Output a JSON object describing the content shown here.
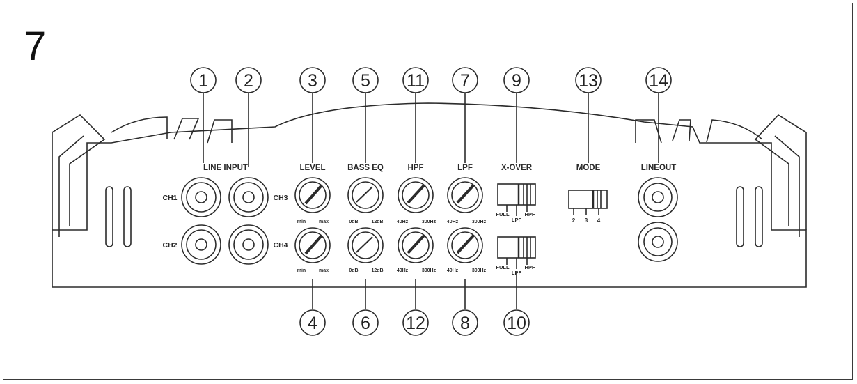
{
  "figure_number": "7",
  "sections": {
    "line_input": "LINE INPUT",
    "level": "LEVEL",
    "bass_eq": "BASS EQ",
    "hpf": "HPF",
    "lpf": "LPF",
    "x_over": "X-OVER",
    "mode": "MODE",
    "line_out": "LINEOUT"
  },
  "channels": {
    "ch1": "CH1",
    "ch2": "CH2",
    "ch3": "CH3",
    "ch4": "CH4"
  },
  "scales": {
    "level_top": [
      "min",
      "max"
    ],
    "level_bottom": [
      "min",
      "max"
    ],
    "bass_top": [
      "0dB",
      "12dB"
    ],
    "bass_bottom": [
      "0dB",
      "12dB"
    ],
    "hpf_top": [
      "40Hz",
      "300Hz"
    ],
    "hpf_bottom": [
      "40Hz",
      "300Hz"
    ],
    "lpf_top": [
      "40Hz",
      "300Hz"
    ],
    "lpf_bottom": [
      "40Hz",
      "300Hz"
    ]
  },
  "xover_positions": [
    "FULL",
    "LPF",
    "HPF"
  ],
  "mode_positions": [
    "2",
    "3",
    "4"
  ],
  "callouts_top": [
    "1",
    "2",
    "3",
    "5",
    "11",
    "7",
    "9",
    "13",
    "14"
  ],
  "callouts_bottom": [
    "4",
    "6",
    "12",
    "8",
    "10"
  ]
}
